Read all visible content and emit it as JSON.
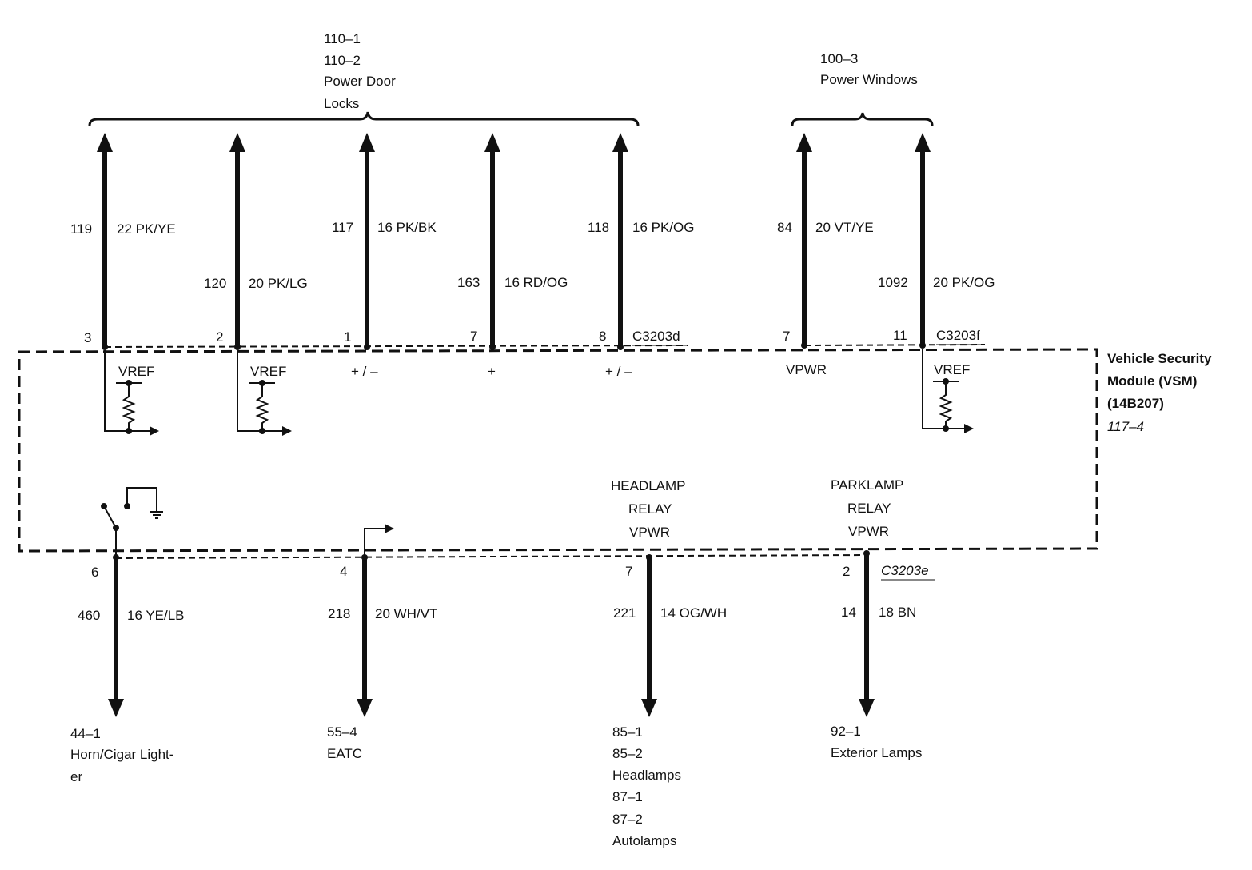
{
  "groups": {
    "door_locks": [
      "110–1",
      "110–2",
      "Power Door",
      "Locks"
    ],
    "power_windows": [
      "100–3",
      "Power Windows"
    ]
  },
  "module": {
    "name_lines": [
      "Vehicle Security",
      "Module (VSM)",
      "(14B207)"
    ],
    "ref": "117–4"
  },
  "connectors": {
    "d": "C3203d",
    "f": "C3203f",
    "e": "C3203e"
  },
  "top_wires": [
    {
      "pin": "3",
      "circuit": "119",
      "wire": "22 PK/YE",
      "internal": "VREF"
    },
    {
      "pin": "2",
      "circuit": "120",
      "wire": "20 PK/LG",
      "internal": "VREF"
    },
    {
      "pin": "1",
      "circuit": "117",
      "wire": "16 PK/BK",
      "internal": "+ / –"
    },
    {
      "pin": "7",
      "circuit": "163",
      "wire": "16 RD/OG",
      "internal": "+"
    },
    {
      "pin": "8",
      "circuit": "118",
      "wire": "16 PK/OG",
      "internal": "+ / –"
    },
    {
      "pin": "7",
      "circuit": "84",
      "wire": "20 VT/YE",
      "internal": "VPWR"
    },
    {
      "pin": "11",
      "circuit": "1092",
      "wire": "20 PK/OG",
      "internal": "VREF"
    }
  ],
  "bottom_wires": [
    {
      "pin": "6",
      "circuit": "460",
      "wire": "16 YE/LB",
      "dest": [
        "44–1",
        "Horn/Cigar Light-",
        "er"
      ]
    },
    {
      "pin": "4",
      "circuit": "218",
      "wire": "20 WH/VT",
      "dest": [
        "55–4",
        "EATC"
      ]
    },
    {
      "pin": "7",
      "circuit": "221",
      "wire": "14 OG/WH",
      "dest": [
        "85–1",
        "85–2",
        "Headlamps",
        "87–1",
        "87–2",
        "Autolamps"
      ],
      "internal": [
        "HEADLAMP",
        "RELAY",
        "VPWR"
      ]
    },
    {
      "pin": "2",
      "circuit": "14",
      "wire": "18 BN",
      "dest": [
        "92–1",
        "Exterior Lamps"
      ],
      "internal": [
        "PARKLAMP",
        "RELAY",
        "VPWR"
      ]
    }
  ]
}
